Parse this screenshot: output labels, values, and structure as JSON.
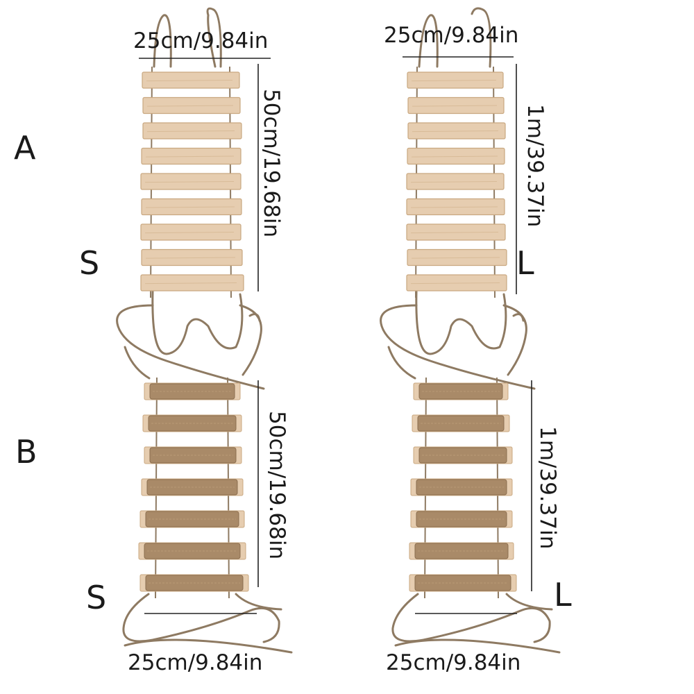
{
  "photo": {
    "variants": [
      {
        "group": "A",
        "size": "S",
        "width_label": "25cm/9.84in",
        "length_label": "50cm/19.68in",
        "material": "wood",
        "rungs": 9
      },
      {
        "group": "A",
        "size": "L",
        "width_label": "25cm/9.84in",
        "length_label": "1m/39.37in",
        "material": "wood",
        "rungs": 9
      },
      {
        "group": "B",
        "size": "S",
        "width_label": "25cm/9.84in",
        "length_label": "50cm/19.68in",
        "material": "sisal",
        "rungs": 7
      },
      {
        "group": "B",
        "size": "L",
        "width_label": "25cm/9.84in",
        "length_label": "1m/39.37in",
        "material": "sisal",
        "rungs": 7
      }
    ],
    "group_labels": {
      "a": "A",
      "b": "B"
    },
    "colors": {
      "wood": "#e6cdb0",
      "wood_edge": "#c9a880",
      "sisal": "#a98a68",
      "rope": "#8e7a62",
      "text": "#1a1a1a"
    }
  }
}
